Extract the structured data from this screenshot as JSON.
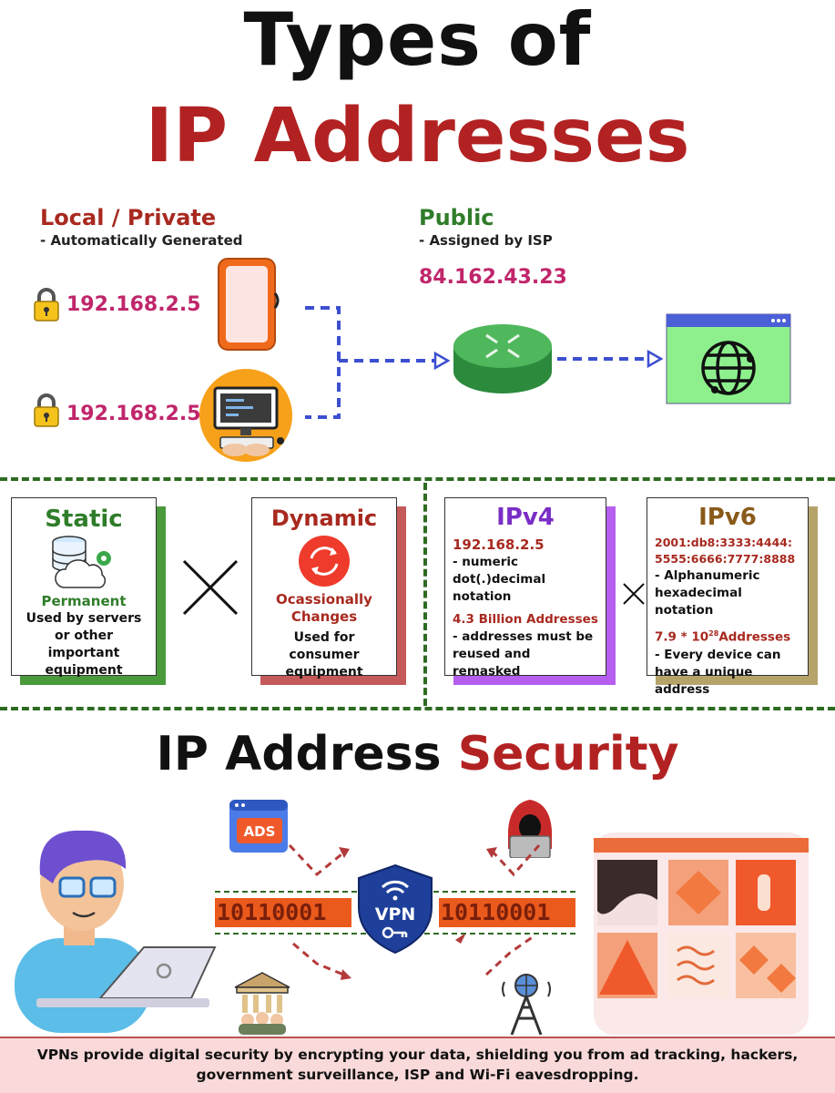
{
  "title": {
    "line1": "Types of",
    "line2": "IP Addresses"
  },
  "local": {
    "heading": "Local / Private",
    "subtitle": "- Automatically Generated",
    "ip1": "192.168.2.5",
    "ip2": "192.168.2.5"
  },
  "public": {
    "heading": "Public",
    "subtitle": "- Assigned by ISP",
    "ip": "84.162.43.23"
  },
  "static_card": {
    "title": "Static",
    "label": "Permanent",
    "text": "Used by servers or other important equipment"
  },
  "dynamic_card": {
    "title": "Dynamic",
    "label": "Ocassionally Changes",
    "text": "Used for consumer equipment"
  },
  "ipv4_card": {
    "title": "IPv4",
    "example": "192.168.2.5",
    "note1": "- numeric dot(.)decimal notation",
    "count": "4.3 Billion Addresses",
    "note2": "- addresses must be reused and remasked"
  },
  "ipv6_card": {
    "title": "IPv6",
    "example": "2001:db8:3333:4444: 5555:6666:7777:8888",
    "note1": "- Alphanumeric hexadecimal notation",
    "count_base": "7.9 * 10",
    "count_exp": "28",
    "count_suffix": "Addresses",
    "note2": "- Every device can have a unique address"
  },
  "security": {
    "title_part1": "IP Address ",
    "title_part2": "Security",
    "ads_label": "ADS",
    "vpn_label": "VPN",
    "binary_left": "10110001",
    "binary_right": "10110001"
  },
  "footer": {
    "text": "VPNs provide digital security by encrypting your data, shielding you from ad tracking, hackers, government surveillance, ISP and Wi-Fi eavesdropping."
  },
  "colors": {
    "title_red": "#b22222",
    "heading_red": "#a8291f",
    "heading_green": "#2f7d2a",
    "ip_magenta": "#c0266b",
    "static_shadow": "#4a9a3c",
    "dynamic_shadow": "#c55a5a",
    "ipv4_shadow": "#b55ef0",
    "ipv6_shadow": "#b5a36a",
    "divider_green": "#2e6b22",
    "arrow_blue": "#3c4fd0"
  }
}
